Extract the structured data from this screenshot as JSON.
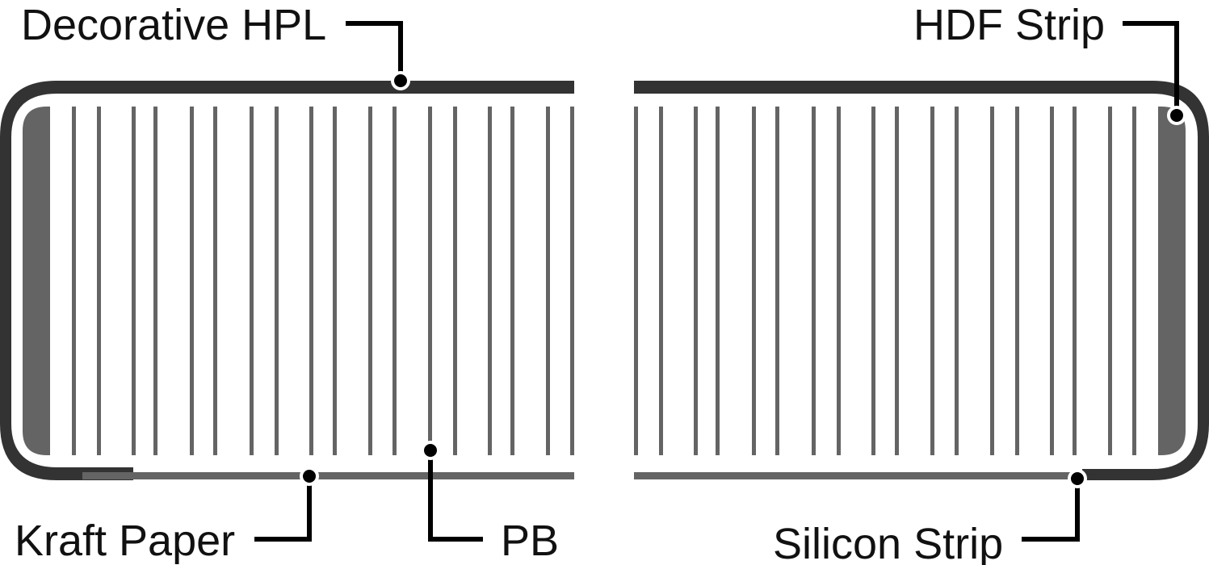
{
  "labels": {
    "decorative_hpl": "Decorative HPL",
    "hdf_strip": "HDF Strip",
    "kraft_paper": "Kraft Paper",
    "pb": "PB",
    "silicon_strip": "Silicon Strip"
  },
  "colors": {
    "outer_layer": "#333333",
    "inner_fill": "#646464",
    "leader_line": "#000000",
    "background": "#ffffff"
  }
}
